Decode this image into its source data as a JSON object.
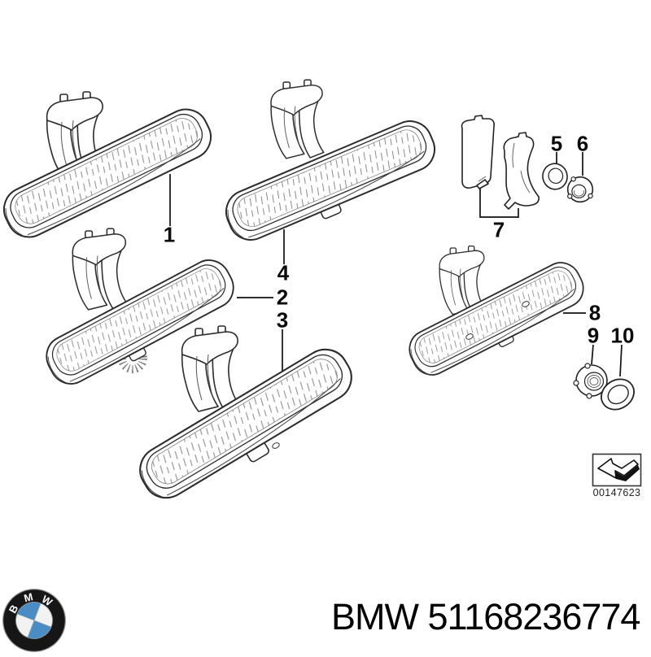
{
  "diagram": {
    "callouts": [
      {
        "label": "1"
      },
      {
        "label": "2"
      },
      {
        "label": "3"
      },
      {
        "label": "4"
      },
      {
        "label": "5"
      },
      {
        "label": "6"
      },
      {
        "label": "7"
      },
      {
        "label": "8"
      },
      {
        "label": "9"
      },
      {
        "label": "10"
      }
    ],
    "reference_code": "00147623"
  },
  "footer": {
    "part_number": "BMW 51168236774",
    "logo": {
      "letters": [
        "B",
        "M",
        "W"
      ],
      "blue": "#4a8dc4",
      "ring_color": "#161616"
    }
  }
}
